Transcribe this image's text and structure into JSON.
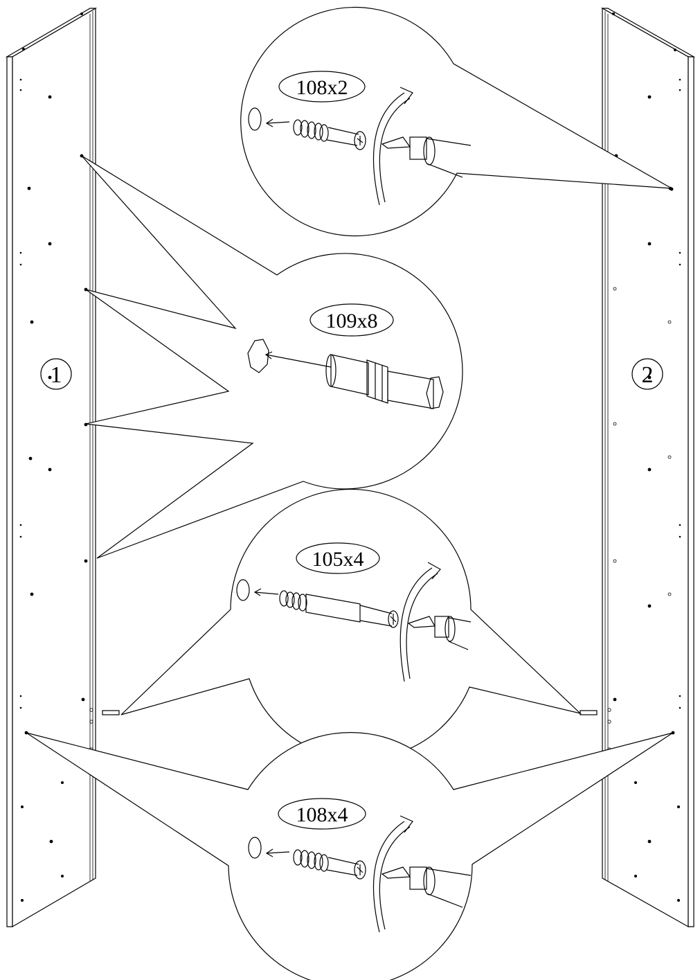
{
  "panels": [
    {
      "id": "panel-1",
      "label": "1"
    },
    {
      "id": "panel-2",
      "label": "2"
    }
  ],
  "callouts": [
    {
      "id": "cam-bolt-top",
      "part_label": "108x2"
    },
    {
      "id": "dowel",
      "part_label": "109x8"
    },
    {
      "id": "cam-connector",
      "part_label": "105x4"
    },
    {
      "id": "cam-bolt-bottom",
      "part_label": "108x4"
    }
  ]
}
